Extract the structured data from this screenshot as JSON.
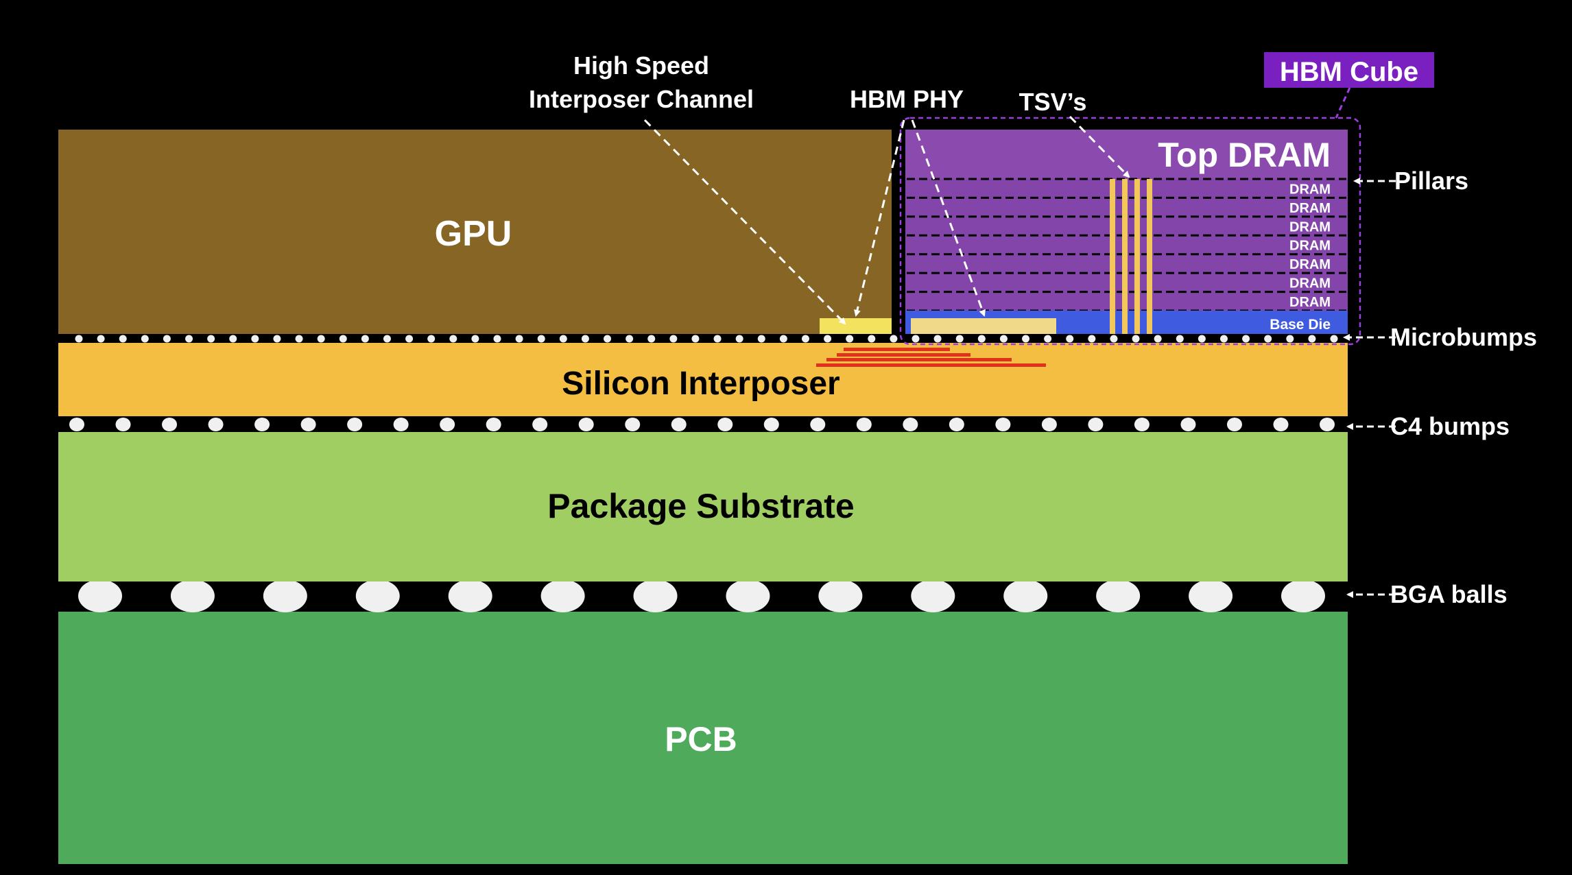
{
  "layers": {
    "gpu": "GPU",
    "interposer": "Silicon Interposer",
    "substrate": "Package Substrate",
    "pcb": "PCB",
    "top_dram": "Top DRAM",
    "base_die": "Base Die",
    "dram_layers": [
      "DRAM",
      "DRAM",
      "DRAM",
      "DRAM",
      "DRAM",
      "DRAM",
      "DRAM"
    ]
  },
  "callouts": {
    "channel_line1": "High Speed",
    "channel_line2": "Interposer Channel",
    "hbm_phy": "HBM PHY",
    "tsv": "TSV’s",
    "hbm_cube": "HBM Cube"
  },
  "side_labels": {
    "pillars": "Pillars",
    "microbumps": "Microbumps",
    "c4": "C4 bumps",
    "bga": "BGA balls"
  },
  "colors": {
    "background": "#000000",
    "gpu": "#876524",
    "interposer": "#F3BE41",
    "substrate": "#A1CE63",
    "pcb": "#50AA5C",
    "dram": "#8345A9",
    "top_dram": "#8A4AAE",
    "base_die": "#3F5BE0",
    "hbm_label_bg": "#7A1FC0",
    "phy": "#F2E25E",
    "phy_hbm": "#F1D98A",
    "tsv": "#F3C85A",
    "trace": "#E0301E",
    "bump": "#F0F0F0"
  }
}
